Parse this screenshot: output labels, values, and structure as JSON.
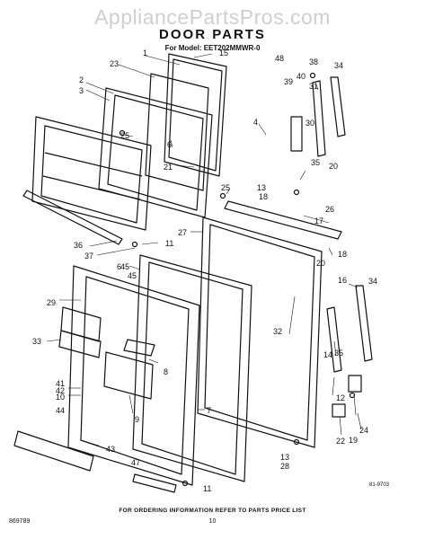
{
  "watermark": "AppliancePartsPros.com",
  "title": "DOOR PARTS",
  "subtitle": "For Model: EET202MMWR-0",
  "footer": "FOR ORDERING INFORMATION REFER TO PARTS PRICE LIST",
  "doc_number": "869789",
  "page_number": "10",
  "diagram_code": "81-9703",
  "callouts": [
    "1",
    "2",
    "3",
    "4",
    "5",
    "6",
    "7",
    "8",
    "9",
    "10",
    "11",
    "12",
    "13",
    "14",
    "15",
    "16",
    "17",
    "18",
    "19",
    "20",
    "21",
    "22",
    "23",
    "24",
    "25",
    "26",
    "27",
    "28",
    "29",
    "30",
    "31",
    "32",
    "33",
    "34",
    "35",
    "36",
    "37",
    "38",
    "39",
    "40",
    "41",
    "42",
    "43",
    "44",
    "45",
    "47",
    "48"
  ]
}
